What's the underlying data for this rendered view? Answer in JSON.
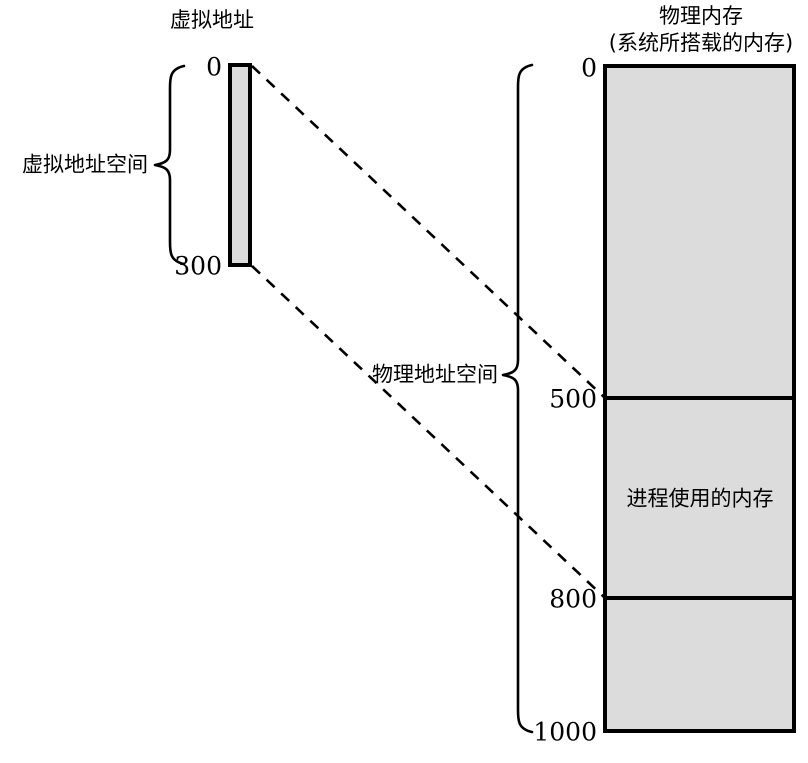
{
  "diagram": {
    "title_virtual": "虚拟地址",
    "title_physical_line1": "物理内存",
    "title_physical_line2": "(系统所搭载的内存)",
    "label_virtual_space": "虚拟地址空间",
    "label_physical_space": "物理地址空间",
    "label_process_memory": "进程使用的内存",
    "virtual_addresses": {
      "start": "0",
      "end": "300"
    },
    "physical_addresses": {
      "start": "0",
      "region_start": "500",
      "region_end": "800",
      "end": "1000"
    },
    "colors": {
      "fill": "#dcdcdc",
      "stroke": "#000000",
      "background": "#ffffff"
    }
  }
}
